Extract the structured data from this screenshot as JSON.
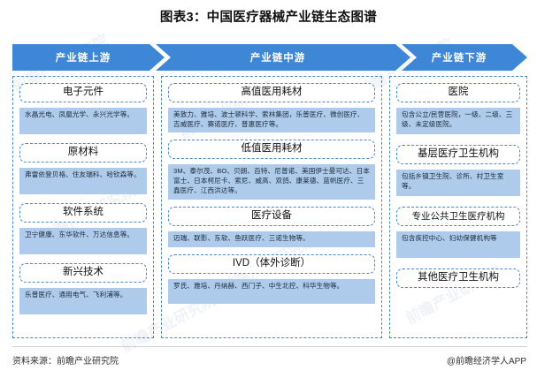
{
  "title": "图表3：中国医疗器械产业链生态图谱",
  "watermark_text": "前瞻产业研究院",
  "headers": [
    {
      "label": "产业链上游"
    },
    {
      "label": "产业链中游"
    },
    {
      "label": "产业链下游"
    }
  ],
  "columns": {
    "upstream": {
      "header": "产业链上游",
      "items": [
        {
          "category": "电子元件",
          "value": "水晶光电、凤凰光学、永兴光学等。"
        },
        {
          "category": "原材料",
          "value": "弗雷依登贝格、住友瑞科、哈钦森等。"
        },
        {
          "category": "软件系统",
          "value": "卫宁健康、东华软件、万达信息等。"
        },
        {
          "category": "新兴技术",
          "value": "乐普医疗、通用电气、飞利浦等。"
        }
      ]
    },
    "midstream": {
      "header": "产业链中游",
      "items": [
        {
          "category": "高值医用耗材",
          "value": "美敦力、雅培、波士顿科学、索林集团，乐普医疗、微创医疗、吉威医疗、赛诺医疗、普惠医疗等。"
        },
        {
          "category": "低值医用耗材",
          "value": "3M、泰尔茂、BO、贝朗、百特、尼普诺、美国伊士曼可达、日本富士、日本柯尼卡、索尼、威高、双鸽、康莱德、蓝帆医疗、三鑫医疗、江西洪达等。"
        },
        {
          "category": "医疗设备",
          "value": "迈瑞、联影、东软、鱼跃医疗、三诺生物等。"
        },
        {
          "category": "IVD（体外诊断）",
          "value": "罗氏、雅培、丹纳赫、西门子、中生北控、科华生物等。"
        }
      ]
    },
    "downstream": {
      "header": "产业链下游",
      "items": [
        {
          "category": "医院",
          "value": "包含公立/民营医院，一级、二级、三级、未定级医院。"
        },
        {
          "category": "基层医疗卫生机构",
          "value": "包括乡镇卫生院、诊所、村卫生室等。"
        },
        {
          "category": "专业公共卫生医疗机构",
          "value": "包含疾控中心、妇幼保健机构等"
        },
        {
          "category": "其他医疗卫生机构",
          "value": ""
        }
      ]
    }
  },
  "footer": {
    "source": "资料来源：前瞻产业研究院",
    "app": "@前瞻经济学人APP"
  },
  "colors": {
    "arrow_blue": "#3e86d6",
    "value_blue": "#aecbec",
    "dashed_border": "#4a86c8",
    "title_text": "#111111"
  }
}
